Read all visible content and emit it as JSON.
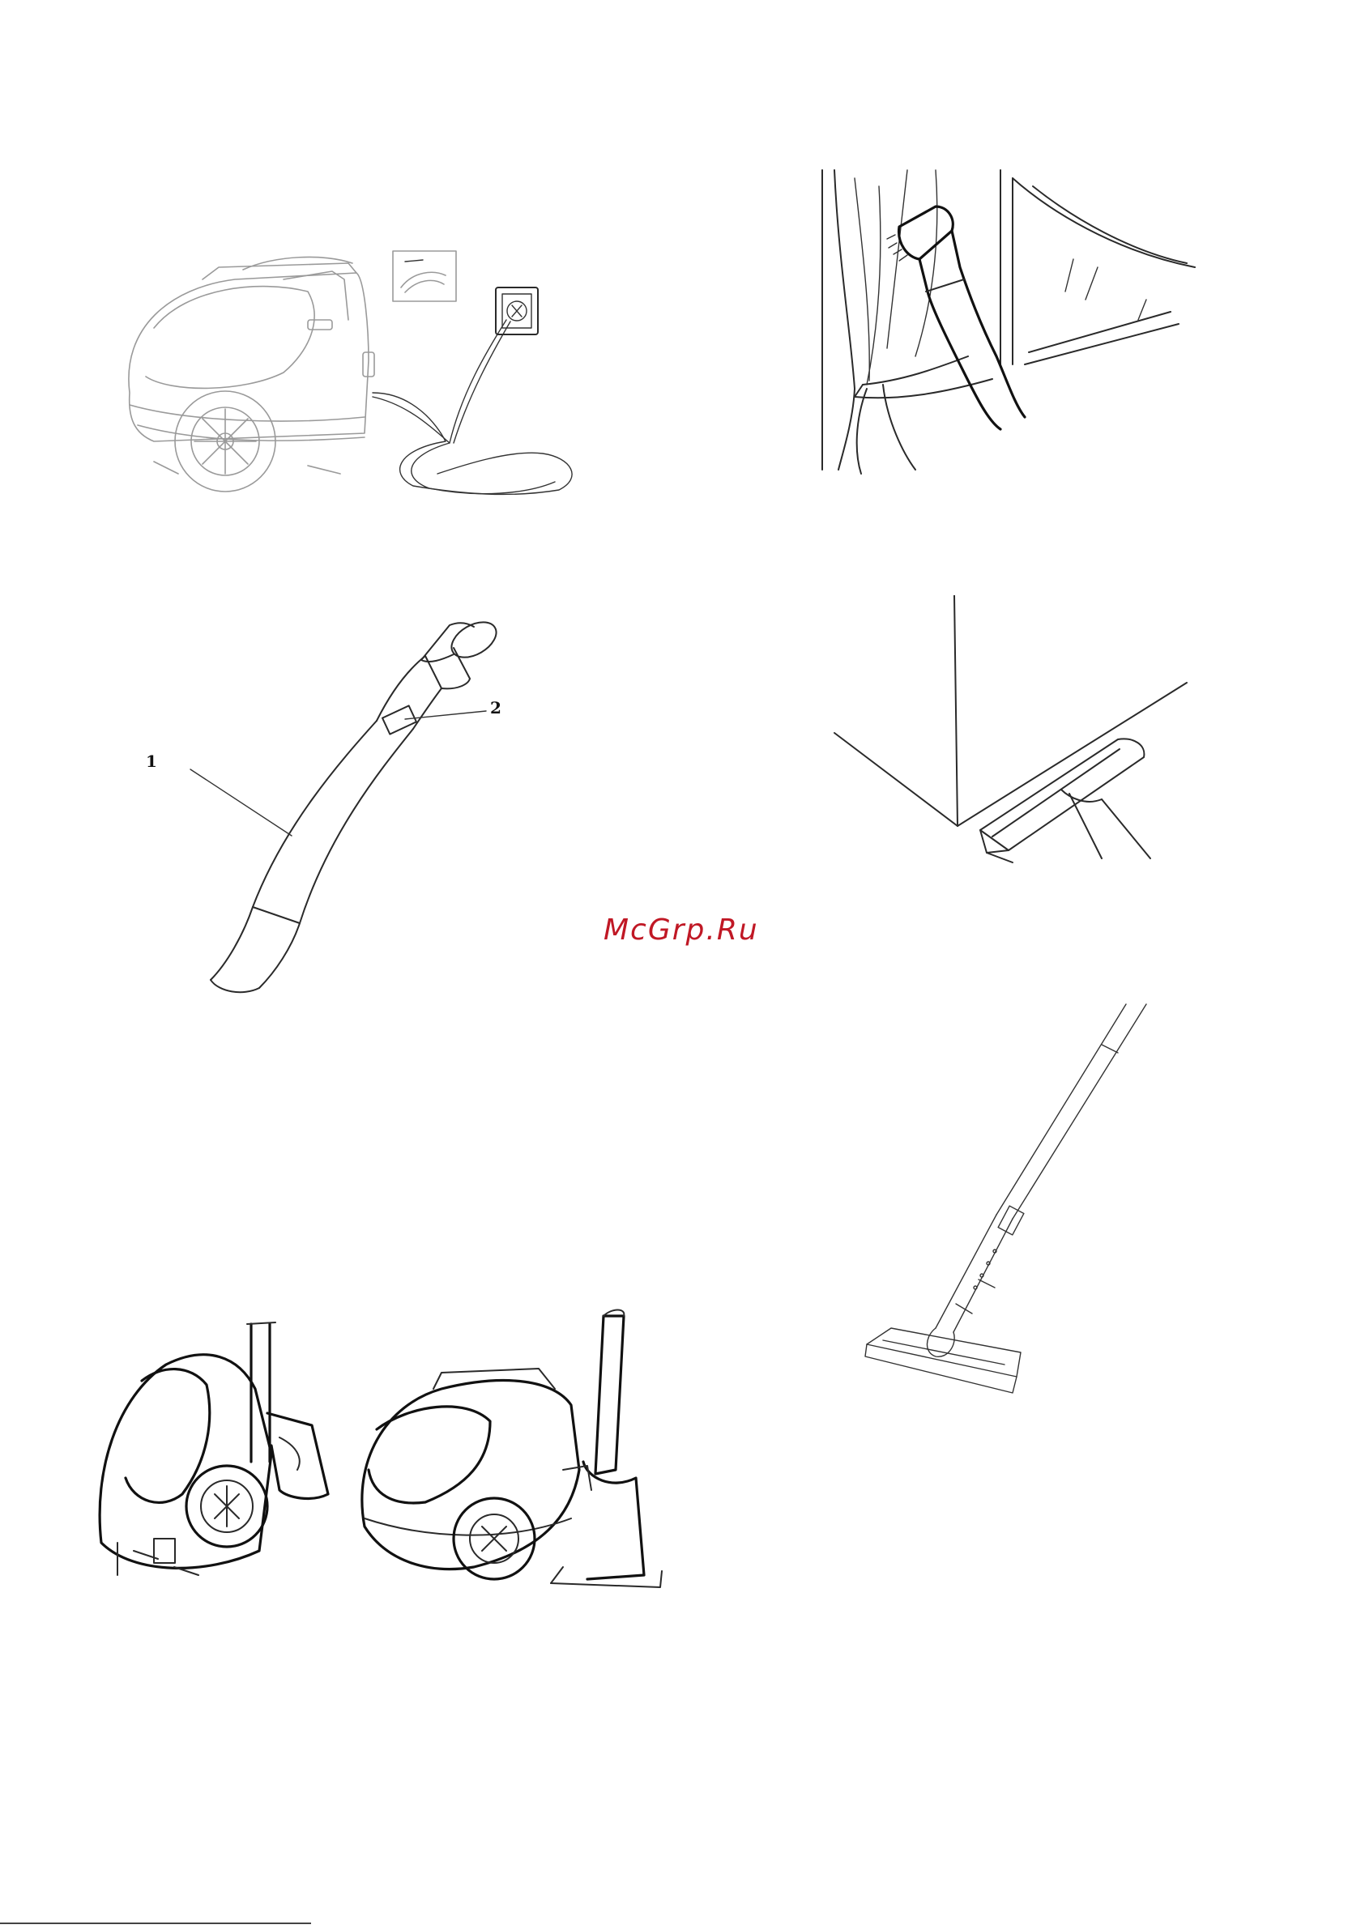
{
  "watermark": {
    "text": "McGrp.Ru",
    "color": "#c01825"
  },
  "figures": {
    "vacuum_power_plug": {
      "icon": "vacuum-cleaner-with-cord-and-socket"
    },
    "curtain_cleaning": {
      "icon": "brush-nozzle-on-curtain"
    },
    "hose": {
      "icon": "flexible-hose",
      "callouts": [
        "1",
        "2"
      ]
    },
    "corner_cleaning": {
      "icon": "crevice-nozzle-in-corner"
    },
    "telescopic_tube": {
      "icon": "telescopic-tube-with-floor-brush"
    },
    "parking_positions": {
      "icon": "vacuum-tube-parking-positions"
    }
  }
}
